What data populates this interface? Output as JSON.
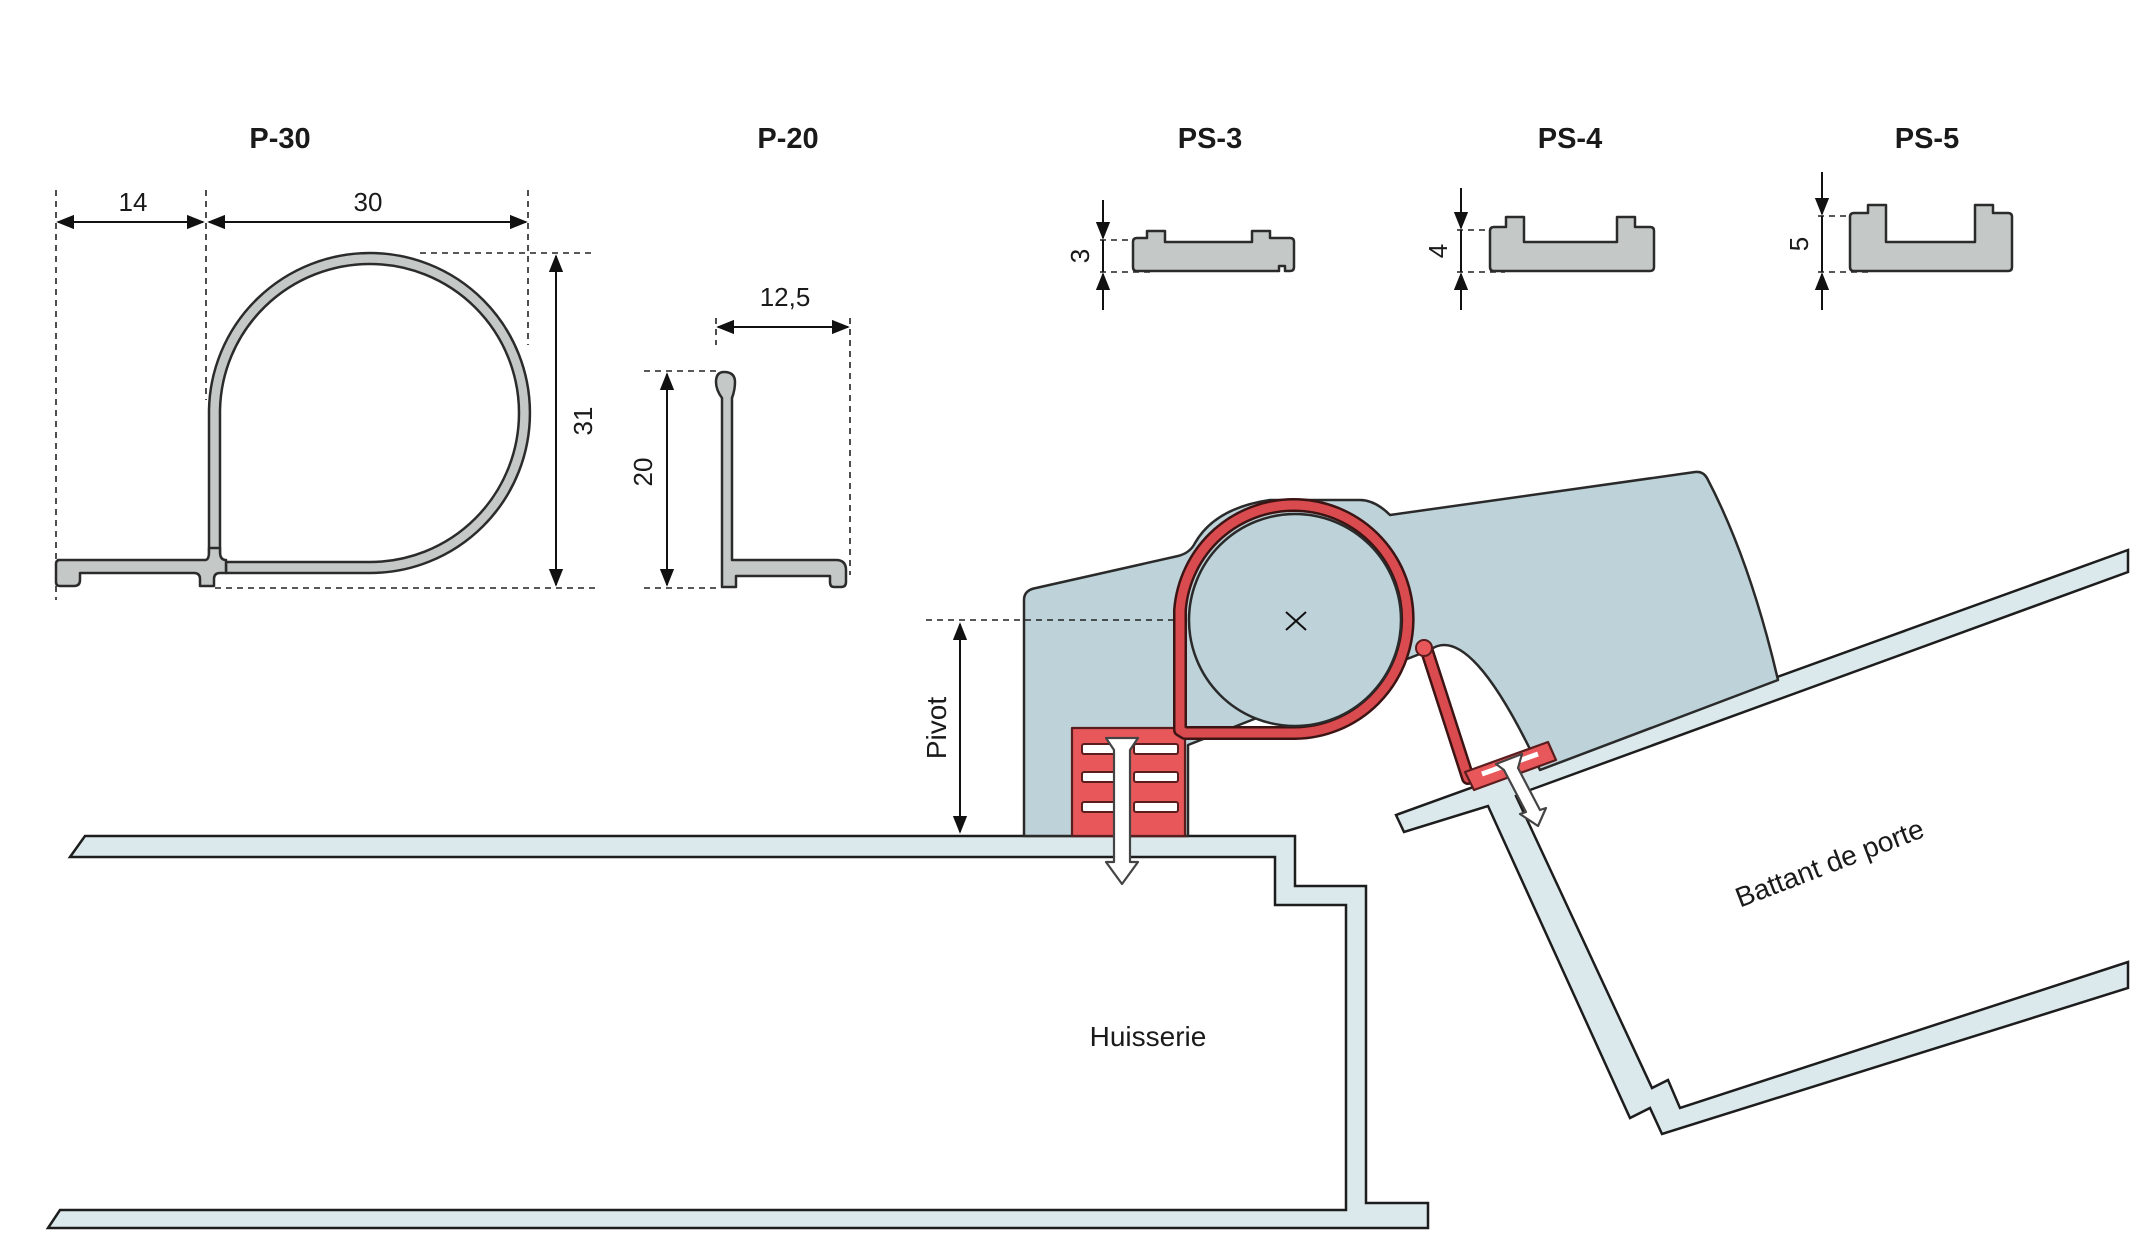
{
  "profiles": {
    "p30": {
      "title": "P-30",
      "dim_left": "14",
      "dim_width": "30",
      "dim_height": "31"
    },
    "p20": {
      "title": "P-20",
      "dim_width": "12,5",
      "dim_height": "20"
    },
    "ps3": {
      "title": "PS-3",
      "dim_height": "3"
    },
    "ps4": {
      "title": "PS-4",
      "dim_height": "4"
    },
    "ps5": {
      "title": "PS-5",
      "dim_height": "5"
    }
  },
  "assembly": {
    "pivot_label": "Pivot",
    "frame_label": "Huisserie",
    "door_label": "Battant de porte"
  },
  "colors": {
    "profile_fill": "#c4c8c6",
    "seal_red": "#e8585b",
    "hinge_body": "#bdd3d9",
    "frame_fill": "#dce9ec"
  }
}
